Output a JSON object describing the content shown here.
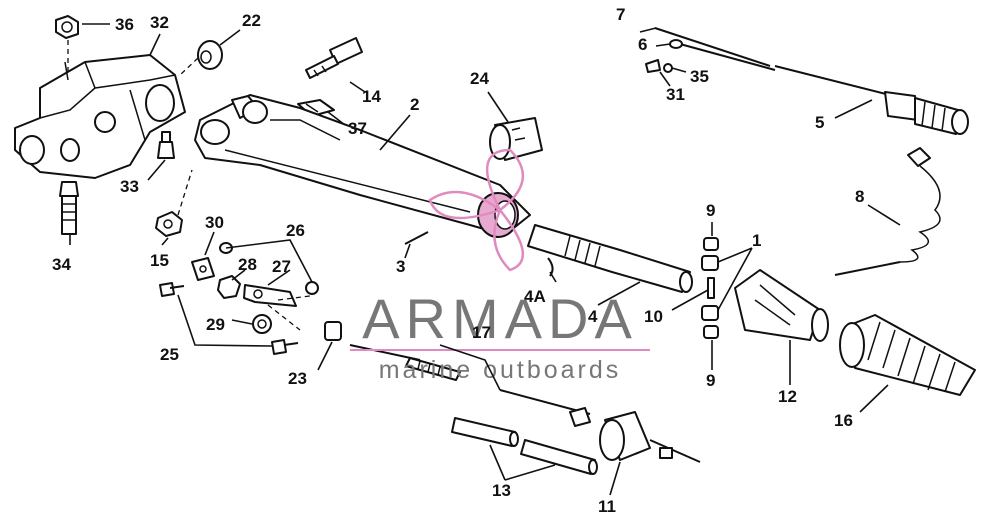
{
  "labels": [
    "1",
    "2",
    "3",
    "4",
    "4A",
    "5",
    "6",
    "7",
    "8",
    "9",
    "9",
    "10",
    "11",
    "12",
    "13",
    "14",
    "15",
    "16",
    "17",
    "22",
    "23",
    "24",
    "25",
    "26",
    "27",
    "28",
    "29",
    "30",
    "31",
    "32",
    "33",
    "34",
    "35",
    "36",
    "37"
  ],
  "watermark": {
    "brand": "ARMADA",
    "tagline": "marine outboards",
    "logo_color": "#e08bbf",
    "text_color": "#777777"
  }
}
